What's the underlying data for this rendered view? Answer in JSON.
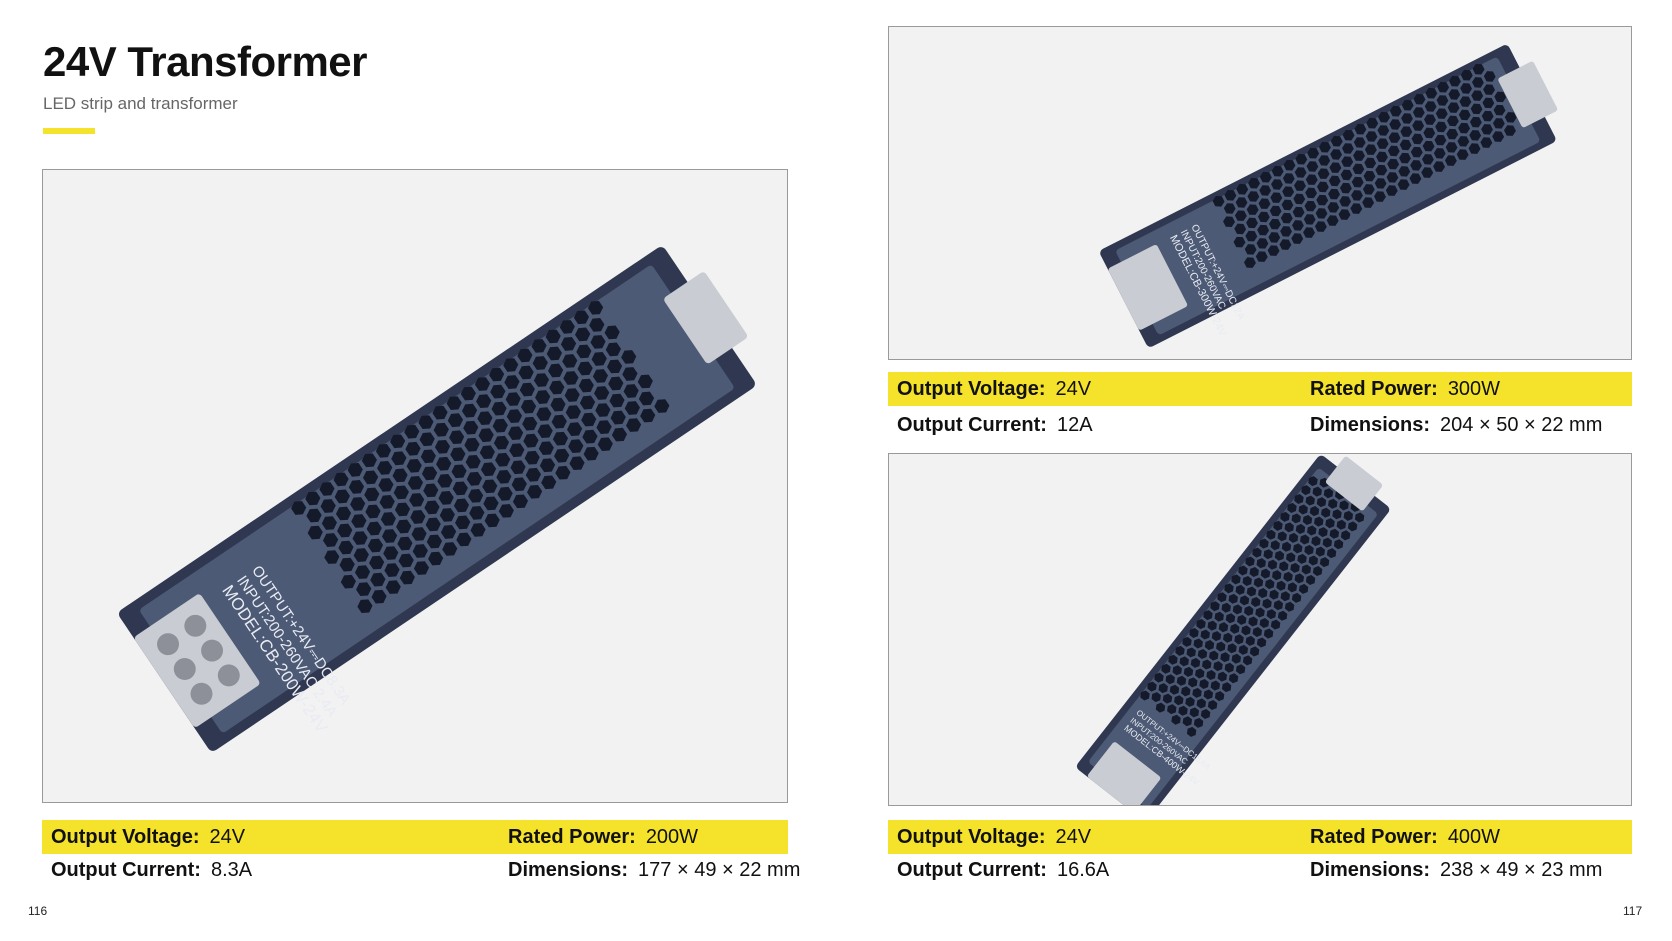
{
  "header": {
    "title": "24V Transformer",
    "subtitle": "LED strip and transformer"
  },
  "colors": {
    "accent": "#f5e22a",
    "device": "#4d5a75",
    "device_dark": "#2f3850"
  },
  "products": [
    {
      "photo_icon": "power-supply-image",
      "label_lines": [
        "MODEL:CB-200W-24V",
        "INPUT:200-260VAC 2.4A",
        "OUTPUT:+24V⎓DC8.3A"
      ],
      "output_voltage_label": "Output Voltage:",
      "output_voltage": "24V",
      "rated_power_label": "Rated Power:",
      "rated_power": "200W",
      "output_current_label": "Output Current:",
      "output_current": "8.3A",
      "dimensions_label": "Dimensions:",
      "dimensions": "177 × 49 × 22 mm"
    },
    {
      "photo_icon": "power-supply-image",
      "label_lines": [
        "MODEL:CB-300W-24V",
        "INPUT:200-260VAC",
        "OUTPUT:+24V⎓DC12A"
      ],
      "output_voltage_label": "Output Voltage:",
      "output_voltage": "24V",
      "rated_power_label": "Rated Power:",
      "rated_power": "300W",
      "output_current_label": "Output Current:",
      "output_current": "12A",
      "dimensions_label": "Dimensions:",
      "dimensions": "204 × 50 × 22 mm"
    },
    {
      "photo_icon": "power-supply-image",
      "label_lines": [
        "MODEL:CB-400W-24V",
        "INPUT:200-260VAC",
        "OUTPUT:+24V⎓DC16.6A"
      ],
      "output_voltage_label": "Output Voltage:",
      "output_voltage": "24V",
      "rated_power_label": "Rated Power:",
      "rated_power": "400W",
      "output_current_label": "Output Current:",
      "output_current": "16.6A",
      "dimensions_label": "Dimensions:",
      "dimensions": "238 × 49 × 23 mm"
    }
  ],
  "page_numbers": {
    "left": "116",
    "right": "117"
  }
}
